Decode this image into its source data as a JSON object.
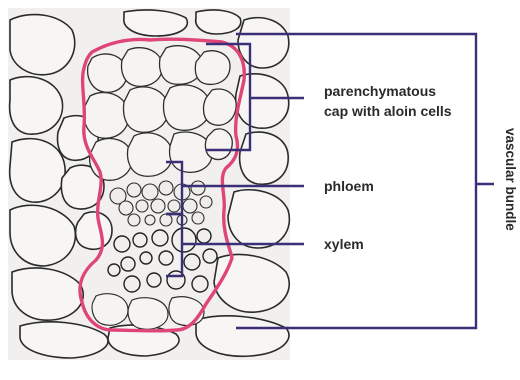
{
  "labels": {
    "parenchyma_line1": "parenchymatous",
    "parenchyma_line2": "cap with aloin cells",
    "phloem": "phloem",
    "xylem": "xylem",
    "bundle": "vascular bundle"
  },
  "colors": {
    "outline": "#e0457a",
    "bracket": "#3b2f78",
    "label_text": "#2a2a2a",
    "cell_wall": "#2b2b2b",
    "tissue_bg": "#f2f0ee"
  }
}
